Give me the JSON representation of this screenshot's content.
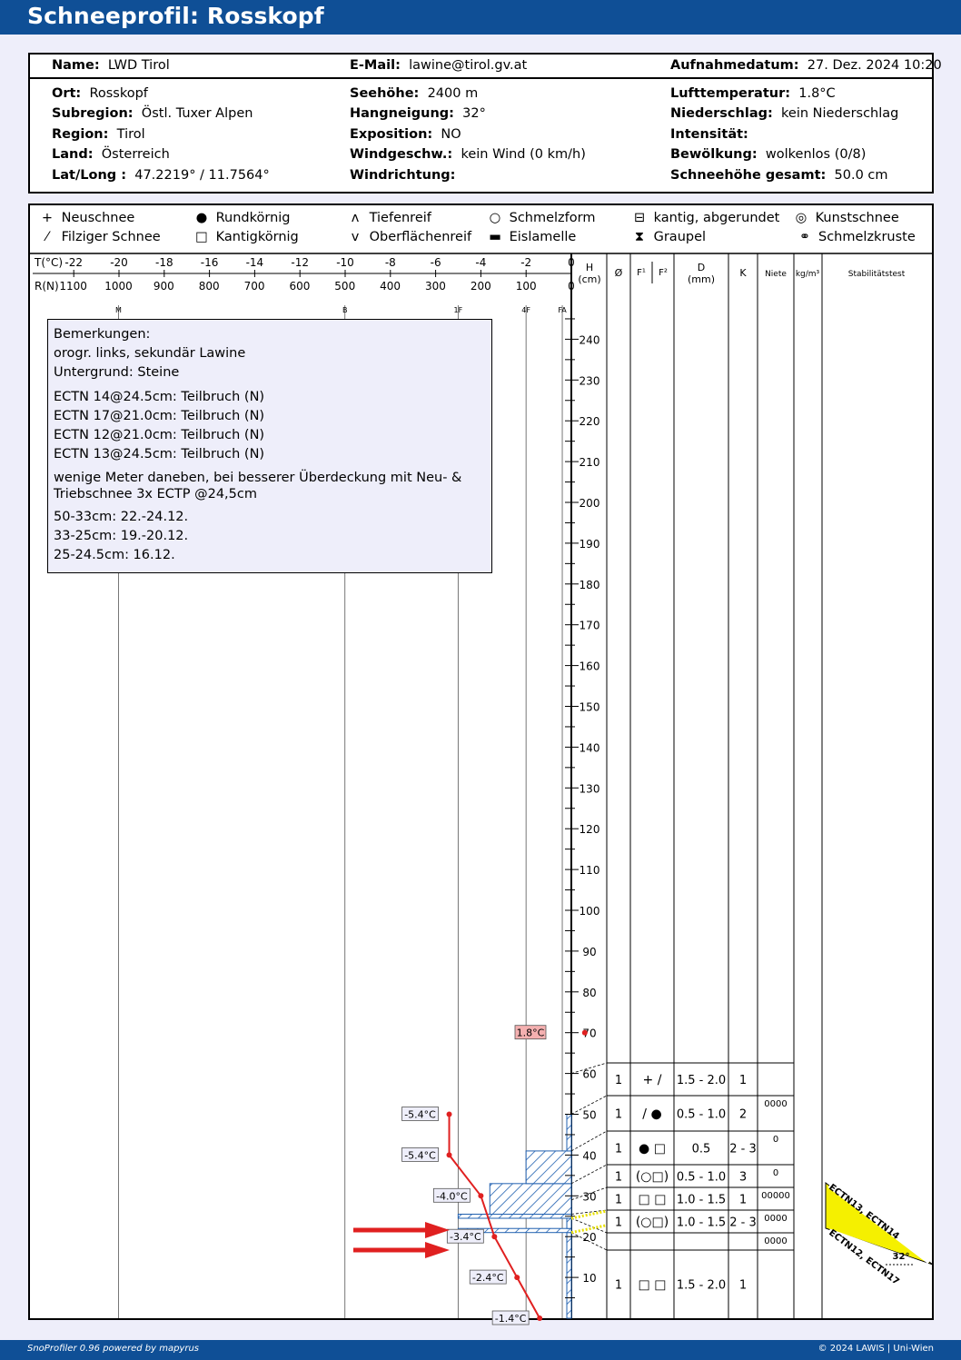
{
  "title": "Schneeprofil: Rosskopf",
  "header": {
    "name_label": "Name:",
    "name": "LWD Tirol",
    "email_label": "E-Mail:",
    "email": "lawine@tirol.gv.at",
    "date_label": "Aufnahmedatum:",
    "date": "27. Dez. 2024 10:20"
  },
  "info": {
    "ort_label": "Ort:",
    "ort": "Rosskopf",
    "subregion_label": "Subregion:",
    "subregion": "Östl. Tuxer Alpen",
    "region_label": "Region:",
    "region": "Tirol",
    "land_label": "Land:",
    "land": "Österreich",
    "latlong_label": "Lat/Long :",
    "latlong": "47.2219° / 11.7564°",
    "seehoehe_label": "Seehöhe:",
    "seehoehe": "2400 m",
    "hangneigung_label": "Hangneigung:",
    "hangneigung": "32°",
    "exposition_label": "Exposition:",
    "exposition": "NO",
    "windgeschw_label": "Windgeschw.:",
    "windgeschw": "kein Wind (0 km/h)",
    "windrichtung_label": "Windrichtung:",
    "windrichtung": "",
    "lufttemp_label": "Lufttemperatur:",
    "lufttemp": "1.8°C",
    "niederschlag_label": "Niederschlag:",
    "niederschlag": "kein Niederschlag",
    "intensitaet_label": "Intensität:",
    "intensitaet": "",
    "bewoelkung_label": "Bewölkung:",
    "bewoelkung": "wolkenlos (0/8)",
    "schneehoehe_label": "Schneehöhe gesamt:",
    "schneehoehe": "50.0 cm"
  },
  "legend": {
    "neuschnee": "Neuschnee",
    "filziger": "Filziger Schnee",
    "rundkoernig": "Rundkörnig",
    "kantigkoernig": "Kantigkörnig",
    "tiefenreif": "Tiefenreif",
    "oberflaechenreif": "Oberflächenreif",
    "schmelzform": "Schmelzform",
    "eislamelle": "Eislamelle",
    "kantig_abgerundet": "kantig, abgerundet",
    "graupel": "Graupel",
    "kunstschnee": "Kunstschnee",
    "schmelzkruste": "Schmelzkruste"
  },
  "columns": {
    "t_label": "T(°C)",
    "r_label": "R(N)",
    "h_label": "H",
    "h_unit": "(cm)",
    "grain_symbol": "Ø",
    "f1": "F¹",
    "f2": "F²",
    "d_label": "D",
    "d_unit": "(mm)",
    "k": "K",
    "niete": "Niete",
    "density": "kg/m³",
    "stability": "Stabilitätstest"
  },
  "remarks": {
    "title": "Bemerkungen:",
    "line1": "orogr. links, sekundär Lawine",
    "line2": "Untergrund: Steine",
    "t1": "ECTN 14@24.5cm: Teilbruch (N)",
    "t2": "ECTN 17@21.0cm: Teilbruch (N)",
    "t3": "ECTN 12@21.0cm: Teilbruch (N)",
    "t4": "ECTN 13@24.5cm: Teilbruch (N)",
    "note1": "wenige Meter daneben, bei besserer Überdeckung mit Neu- &",
    "note2": "Triebschnee 3x ECTP @24,5cm",
    "d1": "50-33cm: 22.-24.12.",
    "d2": "33-25cm: 19.-20.12.",
    "d3": "25-24.5cm: 16.12."
  },
  "footer": {
    "left": "SnoProfiler 0.96 powered by mapyrus",
    "right": "© 2024 LAWIS | Uni-Wien"
  },
  "chart_data": {
    "type": "snow_profile",
    "temperature_axis": {
      "label": "T(°C)",
      "ticks": [
        -22,
        -20,
        -18,
        -16,
        -14,
        -12,
        -10,
        -8,
        -6,
        -4,
        -2,
        0
      ]
    },
    "resistance_axis": {
      "label": "R(N)",
      "ticks": [
        1100,
        1000,
        900,
        800,
        700,
        600,
        500,
        400,
        300,
        200,
        100,
        0
      ]
    },
    "hardness_ticks": [
      "M",
      "B",
      "1F",
      "4F",
      "FA"
    ],
    "height_axis": {
      "label": "H (cm)",
      "ticks": [
        10,
        20,
        30,
        40,
        50,
        60,
        70,
        80,
        90,
        100,
        110,
        120,
        130,
        140,
        150,
        160,
        170,
        180,
        190,
        200,
        210,
        220,
        230,
        240
      ]
    },
    "hand_hardness_profile": [
      {
        "h_bottom": 0,
        "h_top": 21.0,
        "r": 10
      },
      {
        "h_bottom": 21.0,
        "h_top": 22.0,
        "r": 250
      },
      {
        "h_bottom": 22.0,
        "h_top": 24.5,
        "r": 10
      },
      {
        "h_bottom": 24.5,
        "h_top": 25.5,
        "r": 250
      },
      {
        "h_bottom": 25.5,
        "h_top": 33.0,
        "r": 180
      },
      {
        "h_bottom": 33.0,
        "h_top": 41.0,
        "r": 100
      },
      {
        "h_bottom": 41.0,
        "h_top": 50.0,
        "r": 10
      }
    ],
    "temperature_profile": [
      {
        "h": 0,
        "t": -1.4
      },
      {
        "h": 10,
        "t": -2.4
      },
      {
        "h": 20,
        "t": -3.4
      },
      {
        "h": 30,
        "t": -4.0
      },
      {
        "h": 40,
        "t": -5.4
      },
      {
        "h": 50,
        "t": -5.4
      }
    ],
    "air_temperature": {
      "h": 70,
      "t": 1.8,
      "label": "1.8°C"
    },
    "temperature_labels": [
      {
        "h": 0,
        "label": "-1.4°C"
      },
      {
        "h": 10,
        "label": "-2.4°C"
      },
      {
        "h": 20,
        "label": "-3.4°C"
      },
      {
        "h": 30,
        "label": "-4.0°C"
      },
      {
        "h": 40,
        "label": "-5.4°C"
      },
      {
        "h": 50,
        "label": "-5.4°C"
      }
    ],
    "layers": [
      {
        "n": "1",
        "grain": "+ /",
        "d": "1.5 - 2.0",
        "k": "1",
        "niete": ""
      },
      {
        "n": "1",
        "grain": "/ ●",
        "d": "0.5 - 1.0",
        "k": "2",
        "niete": "0000"
      },
      {
        "n": "1",
        "grain": "● □",
        "d": "0.5",
        "k": "2 - 3",
        "niete": "0"
      },
      {
        "n": "1",
        "grain": "(○□)",
        "d": "0.5 - 1.0",
        "k": "3",
        "niete": "0"
      },
      {
        "n": "1",
        "grain": "□ □",
        "d": "1.0 - 1.5",
        "k": "1",
        "niete": "00000"
      },
      {
        "n": "1",
        "grain": "(○□)",
        "d": "1.0 - 1.5",
        "k": "2 - 3",
        "niete": "0000"
      },
      {
        "n": "",
        "grain": "",
        "d": "",
        "k": "",
        "niete": "0000"
      },
      {
        "n": "1",
        "grain": "□ □",
        "d": "1.5 - 2.0",
        "k": "1",
        "niete": ""
      }
    ],
    "stability_labels": [
      "ECTN13, ECTN14",
      "ECTN12, ECTN17"
    ],
    "slope_angle": "32°"
  }
}
